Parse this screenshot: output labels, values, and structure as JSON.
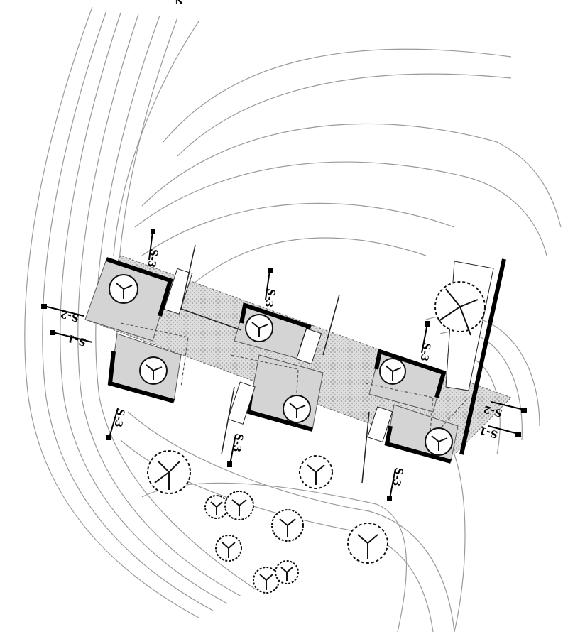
{
  "title": "Site plan",
  "north_label": "N",
  "sections": [
    {
      "id": "s1-left",
      "label": "S-1"
    },
    {
      "id": "s2-left",
      "label": "S-2"
    },
    {
      "id": "s1-right",
      "label": "S-1"
    },
    {
      "id": "s2-right",
      "label": "S-2"
    },
    {
      "id": "s3-a",
      "label": "S-3"
    },
    {
      "id": "s3-b",
      "label": "S-3"
    },
    {
      "id": "s3-c",
      "label": "S-3"
    },
    {
      "id": "s3-d",
      "label": "S-3"
    },
    {
      "id": "s3-e",
      "label": "S-3"
    },
    {
      "id": "s3-f",
      "label": "S-3"
    }
  ]
}
